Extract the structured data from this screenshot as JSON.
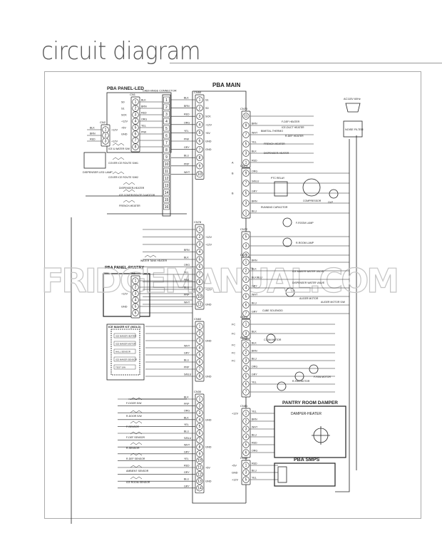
{
  "title": "circuit diagram",
  "watermark": "FRIDGEMANUAL.COM",
  "boards": {
    "main": "PBA MAIN",
    "panel_led": "PBA PANEL-LED",
    "panel_pantry": "PBA PANEL-PANTRY",
    "ice_maker": "ICE MAKER KIT (MOLD)",
    "damper": "PANTRY ROOM DAMPER",
    "damper_heater": "DAMPER-HEATER",
    "smps": "PBA SMPS",
    "hinge": "CABI-HINGE CONNECTOR",
    "led_lamp": "DISPENSER LED LAMP",
    "noise_filter": "NOISE FILTER",
    "ac_in": "AC115V 60Hz"
  },
  "connectors": {
    "CN50": {
      "label": "CN50",
      "pins": [
        "1",
        "2",
        "3",
        "4",
        "5",
        "6",
        "7",
        "8",
        "9",
        "10"
      ],
      "wires": [
        "BLK",
        "BRN",
        "RED",
        "ORG",
        "YEL",
        "PNK",
        "GRY",
        "BLU",
        "PRP",
        "WHT"
      ],
      "signals": [
        "S1",
        "S0",
        "SCK",
        "+12V",
        "+5V",
        "GND",
        "GND",
        "",
        "",
        ""
      ]
    },
    "PCN1": {
      "label": "CN1",
      "pins": [
        "1",
        "2",
        "3",
        "4",
        "5",
        "6",
        "7",
        "8"
      ],
      "wires": [
        "BLK",
        "BRN",
        "RED",
        "ORG",
        "YEL",
        "PNK",
        "",
        ""
      ],
      "signals": [
        "S0",
        "S1",
        "SCK",
        "+12V",
        "+5V",
        "GND",
        "",
        ""
      ]
    },
    "PCN2": {
      "label": "CN2",
      "pins": [
        "1",
        "2",
        "3"
      ],
      "wires": [
        "BLK",
        "BRN",
        "RED"
      ],
      "signals": [
        "+12V",
        "",
        "+12V"
      ]
    },
    "CN78": {
      "label": "CN78",
      "pins": [
        "1",
        "2",
        "3",
        "4",
        "5",
        "6",
        "7",
        "8",
        "9",
        "10",
        "11"
      ],
      "wires": [
        "",
        "",
        "",
        "BRN",
        "BLK",
        "ORG",
        "YEL",
        "PNK",
        "BLU",
        "PRP",
        "WHT"
      ],
      "signals": [
        "",
        "+12V",
        "+12V",
        "",
        "",
        "",
        "",
        "",
        "+12V",
        "",
        "GND"
      ]
    },
    "PPCN1": {
      "label": "CN1",
      "pins": [
        "1",
        "2",
        "3",
        "4",
        "5",
        "6"
      ],
      "wires": [
        "",
        "",
        "",
        "",
        "",
        ""
      ],
      "signals": [
        "",
        "",
        "+12V",
        "",
        "GND",
        ""
      ]
    },
    "CN60": {
      "label": "CN60",
      "pins": [
        "1",
        "2",
        "3",
        "4",
        "5",
        "6",
        "7",
        "8"
      ],
      "wires": [
        "",
        "",
        "",
        "WHT",
        "GRY",
        "BLU",
        "PRP",
        "S/BLU"
      ],
      "signals": [
        "",
        "",
        "GND",
        "",
        "",
        "",
        "",
        "GND"
      ]
    },
    "CN30": {
      "label": "CN30",
      "pins": [
        "1",
        "2",
        "3",
        "4",
        "5",
        "6",
        "7",
        "8",
        "9",
        "10",
        "11",
        "12",
        "13",
        "14"
      ],
      "wires": [
        "BLK",
        "PRP",
        "ORG",
        "BLK",
        "YEL",
        "BLU",
        "S/BLU",
        "WHT",
        "GRY",
        "YEL",
        "RED",
        "GRY",
        "BLU",
        "GRY"
      ],
      "signals": [
        "",
        "",
        "",
        "GND",
        "",
        "",
        "",
        "GND",
        "",
        "",
        "+5V",
        "",
        "GND",
        ""
      ]
    },
    "CN70": {
      "label": "CN70",
      "pins": [
        "11",
        "9",
        "7",
        "5",
        "3",
        "1"
      ],
      "wires": [
        "",
        "BRN",
        "WHT",
        "YEL",
        "BLK",
        "RED"
      ],
      "signals": [
        "",
        "",
        "",
        "",
        "",
        "A"
      ]
    },
    "CN71": {
      "label": "CN71",
      "pins": [
        "9",
        "7",
        "5",
        "3",
        "1"
      ],
      "wires": [
        "ORG",
        "S/BLU",
        "GRY",
        "BRN",
        "BLU"
      ],
      "signals": [
        "B",
        "",
        "B",
        "",
        ""
      ]
    },
    "CN72": {
      "label": "CN72",
      "pins": [
        "5",
        "3",
        "1"
      ],
      "wires": [
        "",
        "",
        ""
      ],
      "signals": [
        "",
        "",
        ""
      ]
    },
    "CN73": {
      "label": "CN73",
      "pins": [
        "1",
        "2",
        "3",
        "4",
        "5",
        "6",
        "7"
      ],
      "wires": [
        "BRN",
        "BLK",
        "BLK/BLU",
        "GRY",
        "WHT",
        "BLU",
        "GRY"
      ],
      "signals": [
        "",
        "",
        "",
        "",
        "",
        "",
        ""
      ]
    },
    "CN74": {
      "label": "CN74",
      "pins": [
        "1",
        "3"
      ],
      "wires": [
        "",
        "BLK"
      ],
      "signals": [
        "FC",
        "FC"
      ]
    },
    "CN75": {
      "label": "CN75",
      "pins": [
        "1",
        "2",
        "3",
        "4",
        "5",
        "6",
        "7"
      ],
      "wires": [
        "BLK",
        "BRN",
        "BLU",
        "ORG",
        "GRY",
        "YEL",
        ""
      ],
      "signals": [
        "FC",
        "FC",
        "FC",
        "",
        "",
        "",
        ""
      ]
    },
    "CN81": {
      "label": "CN81",
      "pins": [
        "1",
        "2",
        "3",
        "4",
        "5",
        "6"
      ],
      "wires": [
        "YEL",
        "BRN",
        "WHT",
        "BLU",
        "RED",
        "ORG"
      ],
      "signals": [
        "+12V",
        "",
        "",
        "",
        "",
        ""
      ]
    },
    "CN10": {
      "label": "CN10",
      "pins": [
        "1",
        "3",
        "5"
      ],
      "wires": [
        "RED",
        "BLU",
        "YEL"
      ],
      "signals": [
        "+5V",
        "GND",
        "+12V"
      ]
    }
  },
  "loads": {
    "left": [
      "ICE & WATER S/W",
      "COVER ICE ROUTE S/W1",
      "COVER ICE ROUTE S/W2",
      "DISPENSER-HEATER",
      "ICE COVER ROUTE D-MOTOR",
      "FRENCH-HEATER",
      "WATER TANK HEATER",
      "F-DOOR S/W",
      "R-DOOR S/W",
      "F-SENSOR",
      "F-DEF SENSOR",
      "R-SENSOR",
      "R-DEF SENSOR",
      "AMBIENT SENSOR",
      "ICE ROOM SENSOR"
    ],
    "right": [
      "F-DEF HEATER",
      "ICE-DUCT HEATER",
      "BIMETAL-THERMO",
      "R-DEF HEATER",
      "FRENCH-HEATER",
      "DISPENSER-HEATER",
      "PTC RELAY",
      "COMPRESSOR",
      "RUNNING CAPACITOR",
      "OLP",
      "F-ROOM LAMP",
      "R-ROOM LAMP",
      "ICE MAKER WATER VALVE",
      "DISPENSER WATER VALVE",
      "AUGER MOTOR",
      "AUGER MOTOR S/W",
      "CUBE SOLENOID",
      "C-FAN MOTOR",
      "R-FAN MOTOR",
      "F-FAN MOTOR"
    ],
    "ice_maker": [
      "ICE MAKER HEATER",
      "ICE MAKER MOTOR",
      "HALL SENSOR",
      "ICE MAKER SENSOR",
      "TEST S/W"
    ]
  },
  "colors": {
    "line": "#222222",
    "frame": "#aaaaaa",
    "watermark": "#c4c4c4"
  }
}
